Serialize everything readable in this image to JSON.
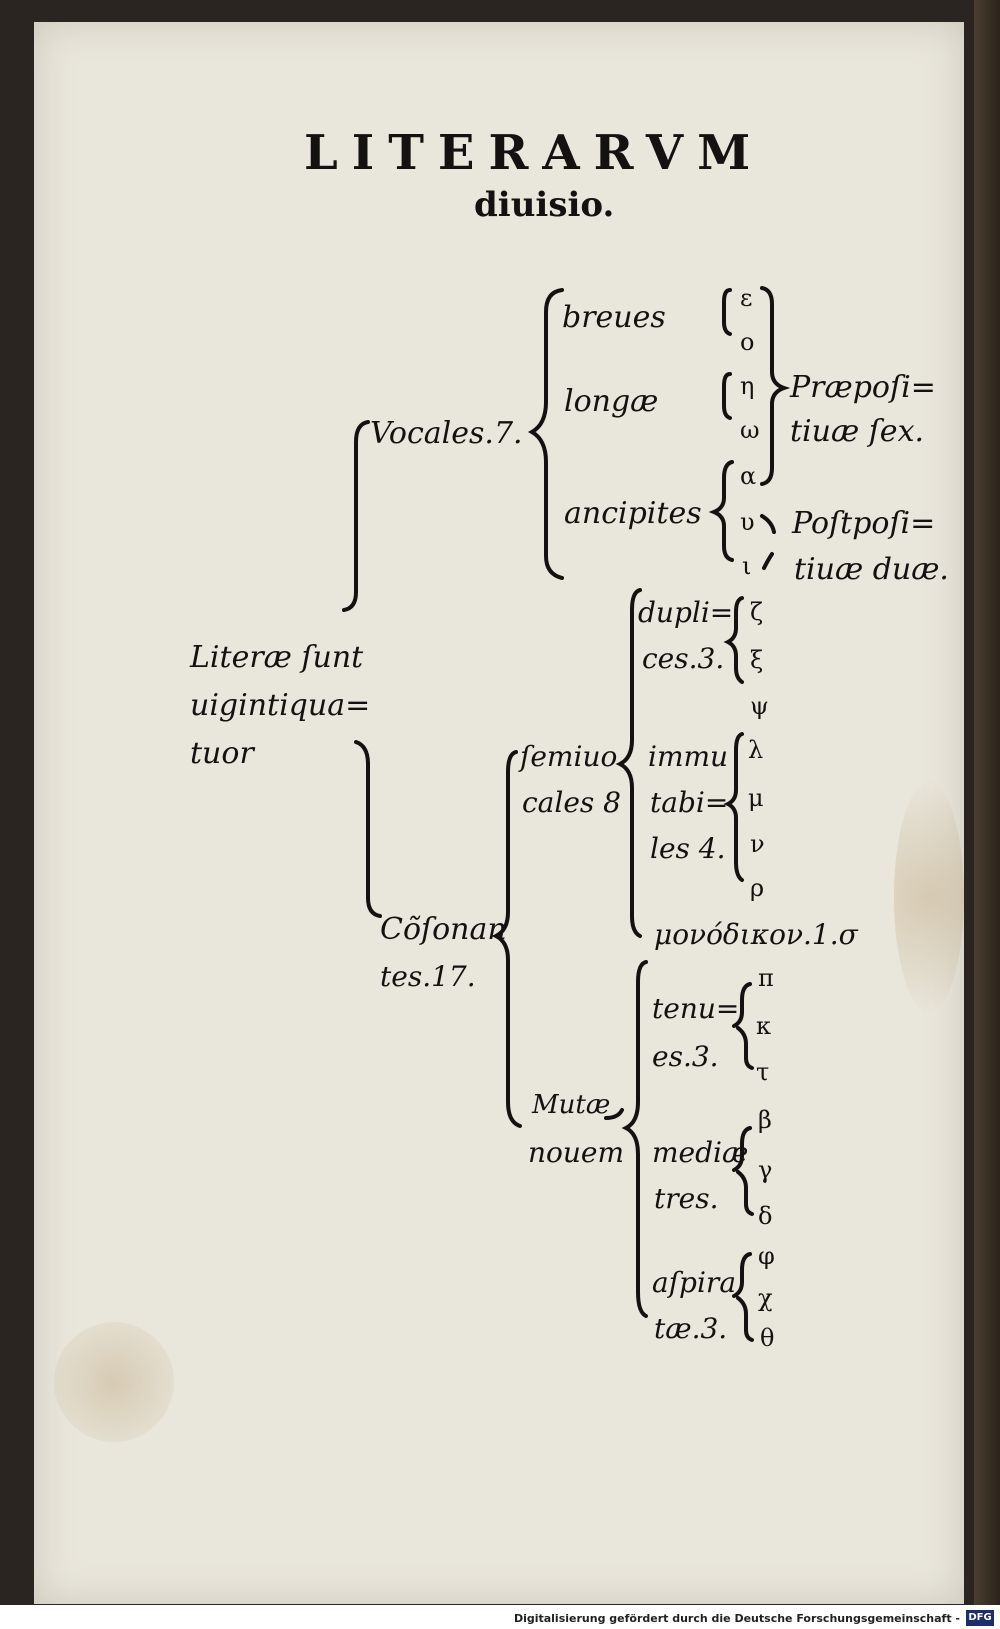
{
  "title": {
    "main": "LITERARVM",
    "sub": "diuisio."
  },
  "root": {
    "line1": "Literæ ſunt",
    "line2": "uigintiqua=",
    "line3": "tuor"
  },
  "vocales": {
    "label": "Vocales.7.",
    "breues": "breues",
    "longae": "longæ",
    "ancipites": "ancipites",
    "greek_breues": [
      "ε",
      "ο"
    ],
    "greek_longae": [
      "η",
      "ω"
    ],
    "greek_ancipites": [
      "α",
      "υ",
      "ι"
    ],
    "praepositiuae": {
      "line1": "Præpoſi=",
      "line2": "tiuæ ſex."
    },
    "postpositiuae": {
      "line1": "Poſtpoſi=",
      "line2": "tiuæ duæ."
    }
  },
  "consonantes": {
    "label1": "Cõſonan",
    "label2": "tes.17.",
    "semiuocales": {
      "line1": "ſemiuo",
      "line2": "cales 8"
    },
    "duplices": {
      "line1": "dupli=",
      "line2": "ces.3.",
      "greek": [
        "ζ",
        "ξ",
        "ψ"
      ]
    },
    "immutabiles": {
      "line1": "immu",
      "line2": "tabi=",
      "line3": "les 4.",
      "greek": [
        "λ",
        "μ",
        "ν",
        "ρ"
      ]
    },
    "monodikon": "μονόδικον.1.σ",
    "mutae": {
      "line1": "Mutæ",
      "line2": "nouem"
    },
    "tenues": {
      "line1": "tenu=",
      "line2": "es.3.",
      "greek": [
        "π",
        "κ",
        "τ"
      ]
    },
    "mediae": {
      "line1": "mediæ",
      "line2": "tres.",
      "greek": [
        "β",
        "γ",
        "δ"
      ]
    },
    "aspiratae": {
      "line1": "aſpira",
      "line2": "tæ.3.",
      "greek": [
        "φ",
        "χ",
        "θ"
      ]
    }
  },
  "footer": {
    "text": "Digitalisierung gefördert durch die Deutsche Forschungsgemeinschaft -",
    "logo": "DFG"
  }
}
